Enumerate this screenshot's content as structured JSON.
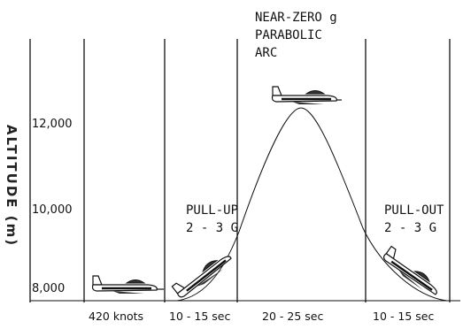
{
  "axis": {
    "ylabel": "ALTITUDE (m)",
    "ticks": [
      "12,000",
      "10,000",
      "8,000"
    ]
  },
  "phases": [
    {
      "label": "420 knots"
    },
    {
      "label": "10 - 15 sec"
    },
    {
      "label": "20 - 25 sec"
    },
    {
      "label": "10 - 15 sec"
    }
  ],
  "annotations": {
    "pullup": [
      "PULL-UP",
      "2 - 3 G"
    ],
    "arc": [
      "NEAR-ZERO g",
      "PARABOLIC",
      "ARC"
    ],
    "pullout": [
      "PULL-OUT",
      "2 - 3 G"
    ]
  },
  "colors": {
    "line": "#111111",
    "plane_body": "#ffffff",
    "plane_shade": "#333333"
  }
}
